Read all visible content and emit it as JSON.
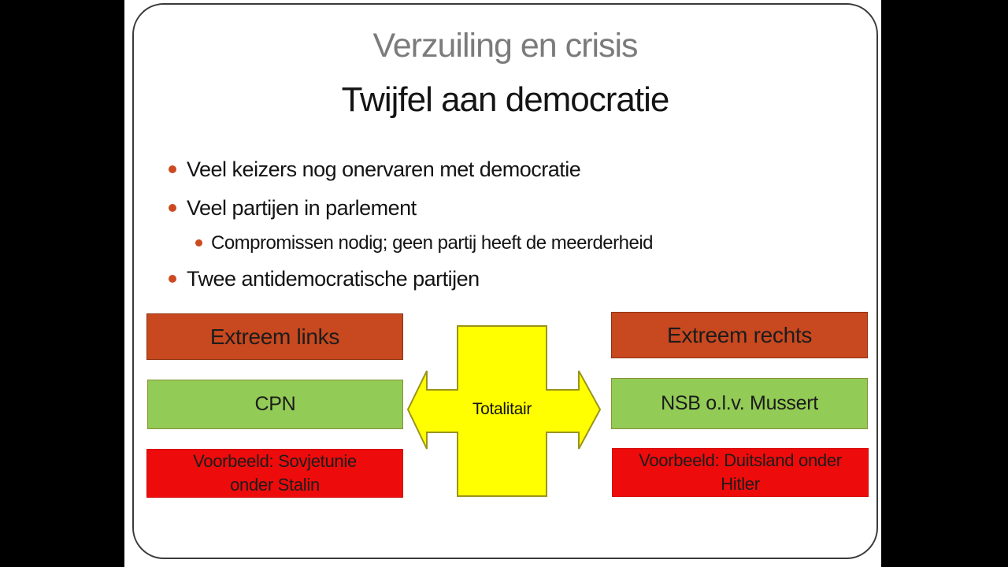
{
  "slide": {
    "title": "Verzuiling en crisis",
    "subtitle": "Twijfel aan democratie",
    "bullets": [
      {
        "level": 1,
        "text": "Veel keizers nog onervaren met democratie"
      },
      {
        "level": 1,
        "text": "Veel partijen in parlement"
      },
      {
        "level": 2,
        "text": "Compromissen nodig; geen partij heeft de meerderheid"
      },
      {
        "level": 1,
        "text": "Twee antidemocratische partijen"
      }
    ],
    "diagram": {
      "left_column": {
        "header": "Extreem links",
        "party": "CPN",
        "example": "Voorbeeld: Sovjetunie onder Stalin"
      },
      "right_column": {
        "header": "Extreem rechts",
        "party": "NSB o.l.v. Mussert",
        "example": "Voorbeeld: Duitsland onder Hitler"
      },
      "center_label": "Totalitair"
    },
    "colors": {
      "title_gray": "#7b7b7b",
      "body_text": "#141414",
      "bullet_dot": "#cc4a21",
      "header_box": "#c8481f",
      "party_box": "#92cb55",
      "example_box": "#ee0b0b",
      "arrow_fill": "#ffff00",
      "arrow_outline": "#9a941c",
      "letterbox": "#000000",
      "slide_border": "#3a3a3a"
    }
  }
}
